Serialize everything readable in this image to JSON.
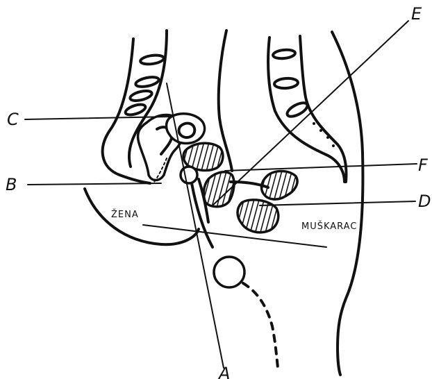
{
  "labels": {
    "a": "A",
    "b": "B",
    "c": "C",
    "d": "D",
    "e": "E",
    "f": "F"
  },
  "captions": {
    "female": "ŽENA",
    "male": "MUŠKARAC"
  }
}
